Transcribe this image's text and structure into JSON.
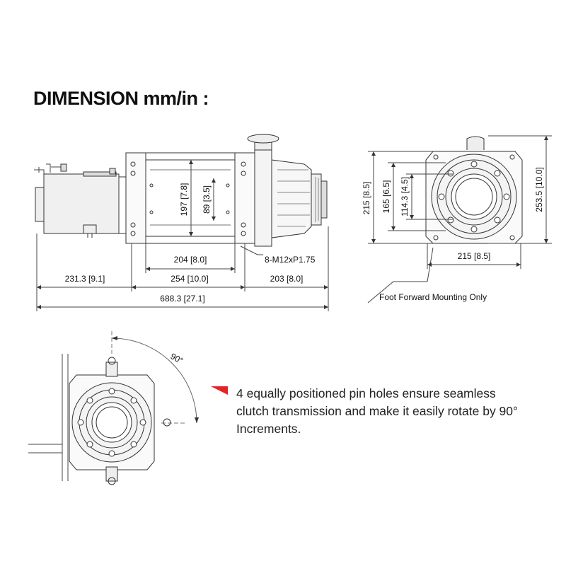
{
  "title": "DIMENSION mm/in :",
  "dimensions": {
    "len_204": "204 [8.0]",
    "len_254": "254 [10.0]",
    "len_231": "231.3 [9.1]",
    "len_203": "203 [8.0]",
    "len_688": "688.3 [27.1]",
    "h_197": "197 [7.8]",
    "h_89": "89 [3.5]",
    "bolt": "8-M12xP1.75",
    "h_215": "215 [8.5]",
    "h_165": "165 [6.5]",
    "h_114": "114.3 [4.5]",
    "h_253": "253.5 [10.0]",
    "w_215": "215 [8.5]",
    "mount_note": "Foot Forward Mounting Only",
    "angle": "90°"
  },
  "note": {
    "line1": "4 equally positioned pin holes ensure seamless",
    "line2": "clutch transmission and make it easily rotate by 90°",
    "line3": "Increments."
  },
  "colors": {
    "accent": "#e52228",
    "line": "#333333"
  }
}
